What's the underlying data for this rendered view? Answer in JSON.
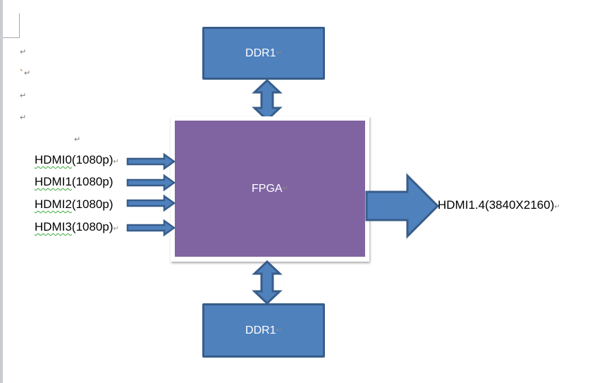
{
  "document": {
    "paragraph_mark": "↵",
    "stray_mark": "、"
  },
  "diagram": {
    "top_memory": {
      "label": "DDR1"
    },
    "bottom_memory": {
      "label": "DDR1"
    },
    "processor": {
      "label": "FPGA"
    },
    "inputs": [
      {
        "prefix": "HDMI0",
        "suffix": "(1080p)"
      },
      {
        "prefix": "HDMI1",
        "suffix": "(1080p)"
      },
      {
        "prefix": "HDMI2",
        "suffix": "(1080p)"
      },
      {
        "prefix": "HDMI3",
        "suffix": "(1080p)"
      }
    ],
    "output": {
      "label": "HDMI1.4(3840X2160)"
    },
    "colors": {
      "memory_fill": "#4f81bd",
      "memory_border": "#385d8a",
      "processor_fill": "#8064a2",
      "arrow_fill": "#4f81bd",
      "arrow_border": "#385d8a"
    }
  }
}
